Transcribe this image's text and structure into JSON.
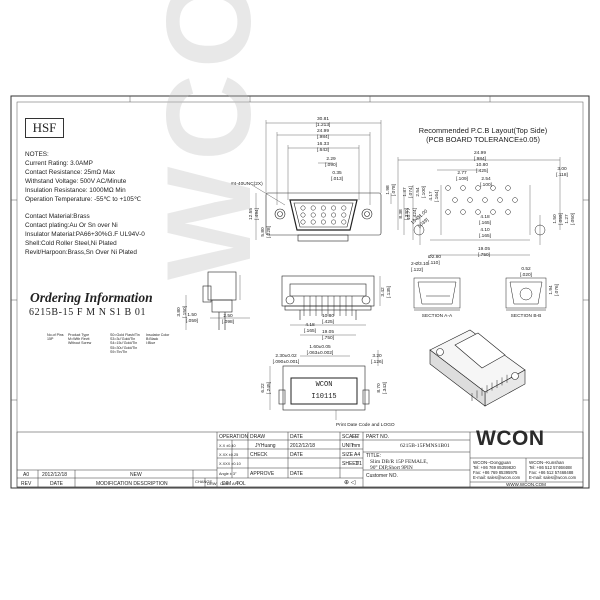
{
  "hsf": "HSF",
  "notes": [
    "NOTES:",
    "Current Rating: 3.0AMP",
    "Contact Resistance: 25mΩ Max",
    "Withstand Voltage: 500V AC/Minute",
    "Insulation Resistance: 1000MΩ Min",
    "Operation Temperature: -55℃ to +105℃",
    "",
    "Contact Material:Brass",
    "Contact plating:Au Or Sn over Ni",
    "Insulator Material:PA66+30%G.F UL94V-0",
    "Shell:Cold Roller Steel,Ni Plated",
    "Revit/Harpoon:Brass,Sn Over Ni Plated"
  ],
  "ordering": {
    "title": "Ordering Information",
    "code": "6215B-15 F M N S1 B 01",
    "labels": {
      "pins": "No.of Pins\n15P",
      "product_type": "Product Type\nM=With Revit\nWithout Screw",
      "plating": "S0=Gold Flash/Tin\nS3=3u\"Gold/Tin\nS4=15u\"Gold/Tin\nS5=30u\"Gold/Tin\nS9=Tin/Tin",
      "color": "Insulator Color\nB:Black\nI:Blue"
    }
  },
  "pcb": {
    "title": "Recommended P.C.B Layout(Top Side)",
    "tolerance": "(PCB BOARD TOLERANCE±0.05)"
  },
  "dims": {
    "front_top": [
      "30.81",
      "[1.213]",
      "24.99",
      "[.984]",
      "16.33",
      "[.643]",
      "2.29",
      "[.090]",
      "0.35",
      "[.013]"
    ],
    "thread": "#4-40UNC(2X)",
    "front_left": [
      "12.55",
      "[.494]"
    ],
    "front_right_a": [
      "1.98",
      "[.078]"
    ],
    "front_right_b": [
      "8.38",
      "[.330]"
    ],
    "front_right_c": [
      "10.77",
      "[.424]"
    ],
    "front_left_b": [
      "5.80",
      "[.228]"
    ],
    "pcb_top": [
      "24.99",
      "[.984]",
      "10.80",
      "[.425]",
      "2.77",
      "[.109]",
      "2.54",
      "[.100]"
    ],
    "pcb_left": [
      "1.87",
      "[.074]",
      "2.54",
      "[.100]",
      "4.17",
      "[.164]"
    ],
    "pcb_right": [
      "3.00",
      "[.118]",
      "1.50",
      "[.059]",
      "1.27",
      "[.050]"
    ],
    "pcb_hole": "15-Ø1.00",
    "pcb_hole_b": "[.039]",
    "pcb_mid": [
      "4.18",
      "[.165]",
      "4.10",
      "[.165]",
      "19.05",
      "[.750]"
    ],
    "pcb_drill": "2-Ø3.10",
    "pcb_drill_b": "[.122]",
    "pcb_small": [
      "Ø2.80",
      "[.110]"
    ],
    "side_left": [
      "3.80",
      "[.150]"
    ],
    "side_small": [
      "2.50",
      "[.098]",
      "1.50",
      "[.059]"
    ],
    "bottom_mid": [
      "10.80",
      "[.425]",
      "4.18",
      "[.165]",
      "19.05",
      "[.750]"
    ],
    "bottom_right": [
      "3.42",
      "[.135]"
    ],
    "section_a": "SECTION A-A",
    "section_b": "SECTION B-B",
    "sec_dims": [
      "0.52",
      "[.020]",
      "1.94",
      "[.076]"
    ],
    "rear_top": [
      "1.60±0.05",
      "[.063±0.002]",
      "2.30±0.02",
      "[.090±0.001]",
      "3.20",
      "[.126]"
    ],
    "rear_left": [
      "6.22",
      "[.245]"
    ],
    "rear_mid": [
      "8.70",
      "[.343]"
    ],
    "print_note": "Print Date Code and LOGO",
    "rear_label": "WCON",
    "rear_label2": "I10115"
  },
  "titleblock": {
    "operation": "OPERATION",
    "draw": "DRAW",
    "draw_by": "JYHuang",
    "date_label": "DATE",
    "draw_date": "2012/12/18",
    "scale_label": "SCALE",
    "fit": "FIT",
    "unit_label": "UNIT",
    "unit": "mm",
    "size_label": "SIZE",
    "size": "A4",
    "sheet_label": "SHEET",
    "sheet": "1/1",
    "check": "CHECK",
    "approve": "APPROVE",
    "tol_rows": [
      "X.X ±0.40",
      "X.XX ±0.25",
      "X.XXX ±0.10",
      "Angle ± 3°"
    ],
    "dim_col": "DIM",
    "tol_col": "TOL",
    "part_no_label": "PART NO.",
    "part_no": "6215B-15FMNS1B01",
    "title_label": "TITLE:",
    "title_line1": "Slim DB/R 15P FEMALE,",
    "title_line2": "90° DIP,Short 9PIN",
    "customer_label": "Customer NO.",
    "projection": "⊕ ◁",
    "logo": "WCON",
    "company_a": "WCON--Dongguan",
    "company_a_tel": "Tel: +86 769 85359820",
    "company_a_fax": "Fax: +86 769 85395975",
    "company_a_mail": "E-mail: sales@wcon.com",
    "company_b": "WCON--Kunshan",
    "company_b_tel": "Tel: +86 512 57468488",
    "company_b_fax": "Fax: +86 512 57468488",
    "company_b_mail": "E-mail: sales@wcon.com",
    "web": "WWW.WCON.COM",
    "rev_row": [
      "A0",
      "2012/12/18",
      "NEW"
    ],
    "rev_header": [
      "REV",
      "DATE",
      "MODIFICATION DESCRIPTION",
      "CHANGE",
      "DRW",
      "CHK",
      "APP"
    ]
  },
  "watermark": "WCON"
}
